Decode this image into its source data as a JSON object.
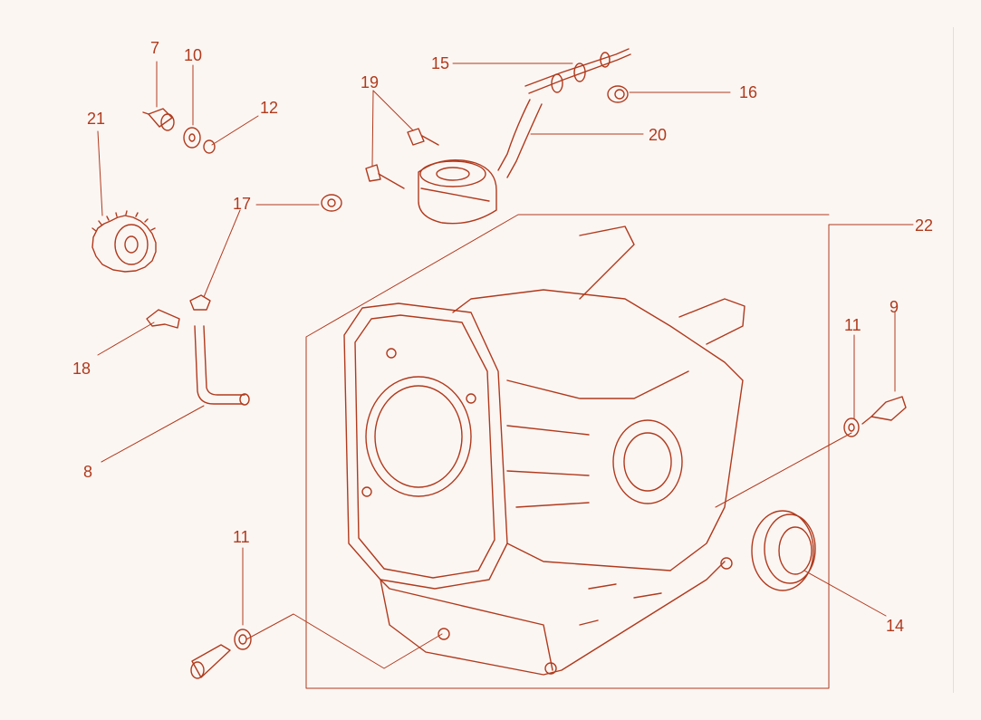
{
  "colors": {
    "line": "#b03a1c",
    "background": "#fcf6f3"
  },
  "callouts": {
    "c7": "7",
    "c10": "10",
    "c12": "12",
    "c21": "21",
    "c15": "15",
    "c16": "16",
    "c19": "19",
    "c20": "20",
    "c17": "17",
    "c22": "22",
    "c18": "18",
    "c8": "8",
    "c11a": "11",
    "c9": "9",
    "c11b": "11",
    "c14": "14"
  },
  "parts": [
    "bolt",
    "washer",
    "lock-washer",
    "governor-gear",
    "breather-tube",
    "grommet",
    "bolt",
    "breather-tube-assembly",
    "grommet",
    "crankcase",
    "clip",
    "pipe",
    "washer",
    "bolt",
    "oil-seal"
  ]
}
